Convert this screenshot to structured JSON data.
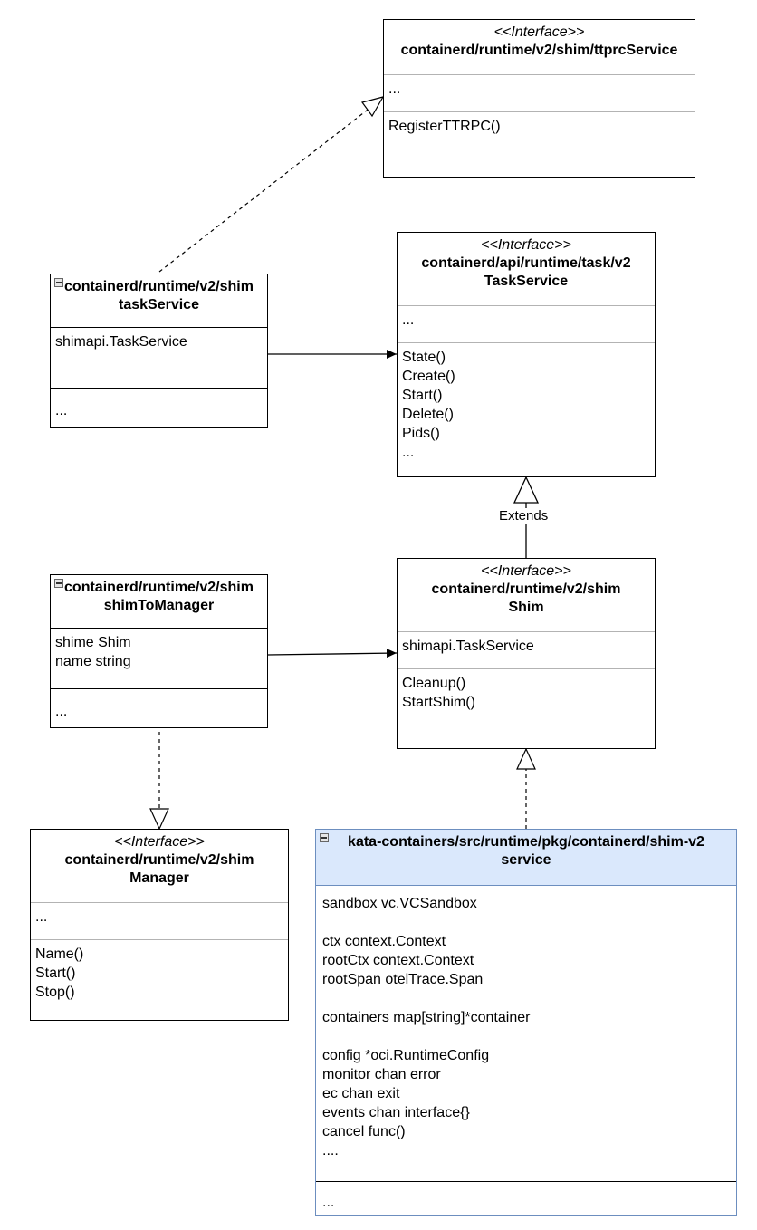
{
  "ttrpc": {
    "stereotype": "<<Interface>>",
    "name": "containerd/runtime/v2/shim/ttprcService",
    "attrs": [
      "..."
    ],
    "methods": [
      "RegisterTTRPC()"
    ]
  },
  "taskservice_iface": {
    "stereotype": "<<Interface>>",
    "name_line1": "containerd/api/runtime/task/v2",
    "name_line2": "TaskService",
    "attrs": [
      "..."
    ],
    "methods": [
      "State()",
      "Create()",
      "Start()",
      "Delete()",
      "Pids()",
      "..."
    ]
  },
  "taskservice_struct": {
    "name_line1": "containerd/runtime/v2/shim",
    "name_line2": "taskService",
    "attrs": [
      "shimapi.TaskService"
    ],
    "methods": [
      "..."
    ]
  },
  "shim_iface": {
    "stereotype": "<<Interface>>",
    "name_line1": "containerd/runtime/v2/shim",
    "name_line2": "Shim",
    "attrs": [
      "shimapi.TaskService"
    ],
    "methods": [
      "Cleanup()",
      "StartShim()"
    ]
  },
  "shimtomanager": {
    "name_line1": "containerd/runtime/v2/shim",
    "name_line2": "shimToManager",
    "attrs": [
      "shime Shim",
      "name string"
    ],
    "methods": [
      "..."
    ]
  },
  "manager_iface": {
    "stereotype": "<<Interface>>",
    "name_line1": "containerd/runtime/v2/shim",
    "name_line2": "Manager",
    "attrs": [
      "..."
    ],
    "methods": [
      "Name()",
      "Start()",
      "Stop()"
    ]
  },
  "kata_service": {
    "name_line1": "kata-containers/src/runtime/pkg/containerd/shim-v2",
    "name_line2": "service",
    "attrs": [
      "sandbox vc.VCSandbox",
      "",
      "ctx context.Context",
      "rootCtx context.Context",
      "rootSpan otelTrace.Span",
      "",
      "containers map[string]*container",
      "",
      "config *oci.RuntimeConfig",
      "monitor chan error",
      "ec chan exit",
      "events chan interface{}",
      "cancel func()",
      "...."
    ],
    "methods": [
      "..."
    ]
  },
  "edges": {
    "extends_label": "Extends"
  }
}
